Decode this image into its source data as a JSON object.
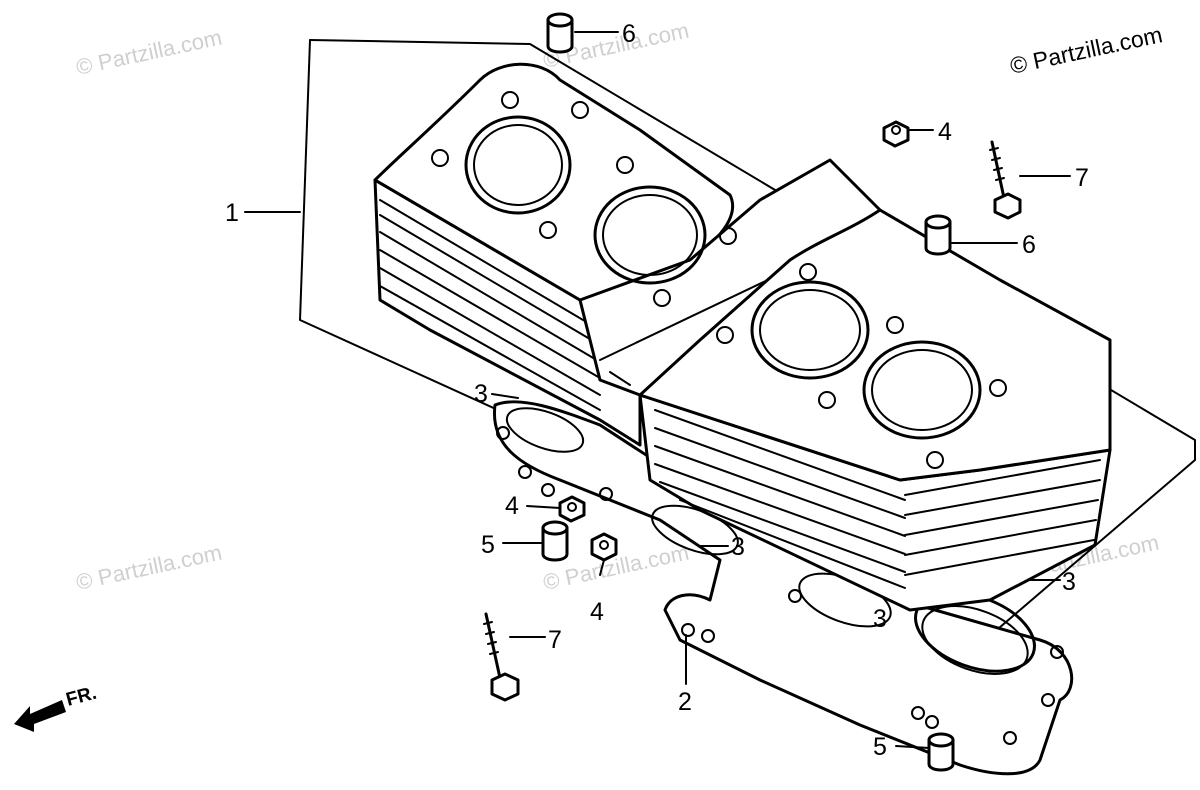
{
  "copyright": "© Partzilla.com",
  "watermark": "© Partzilla.com",
  "front_label": "FR.",
  "callouts": [
    {
      "id": "c1a",
      "num": "1"
    },
    {
      "id": "c2",
      "num": "2"
    },
    {
      "id": "c3a",
      "num": "3"
    },
    {
      "id": "c3b",
      "num": "3"
    },
    {
      "id": "c3c",
      "num": "3"
    },
    {
      "id": "c3d",
      "num": "3"
    },
    {
      "id": "c4a",
      "num": "4"
    },
    {
      "id": "c4b",
      "num": "4"
    },
    {
      "id": "c4c",
      "num": "4"
    },
    {
      "id": "c5a",
      "num": "5"
    },
    {
      "id": "c5b",
      "num": "5"
    },
    {
      "id": "c6a",
      "num": "6"
    },
    {
      "id": "c6b",
      "num": "6"
    },
    {
      "id": "c7a",
      "num": "7"
    },
    {
      "id": "c7b",
      "num": "7"
    }
  ]
}
